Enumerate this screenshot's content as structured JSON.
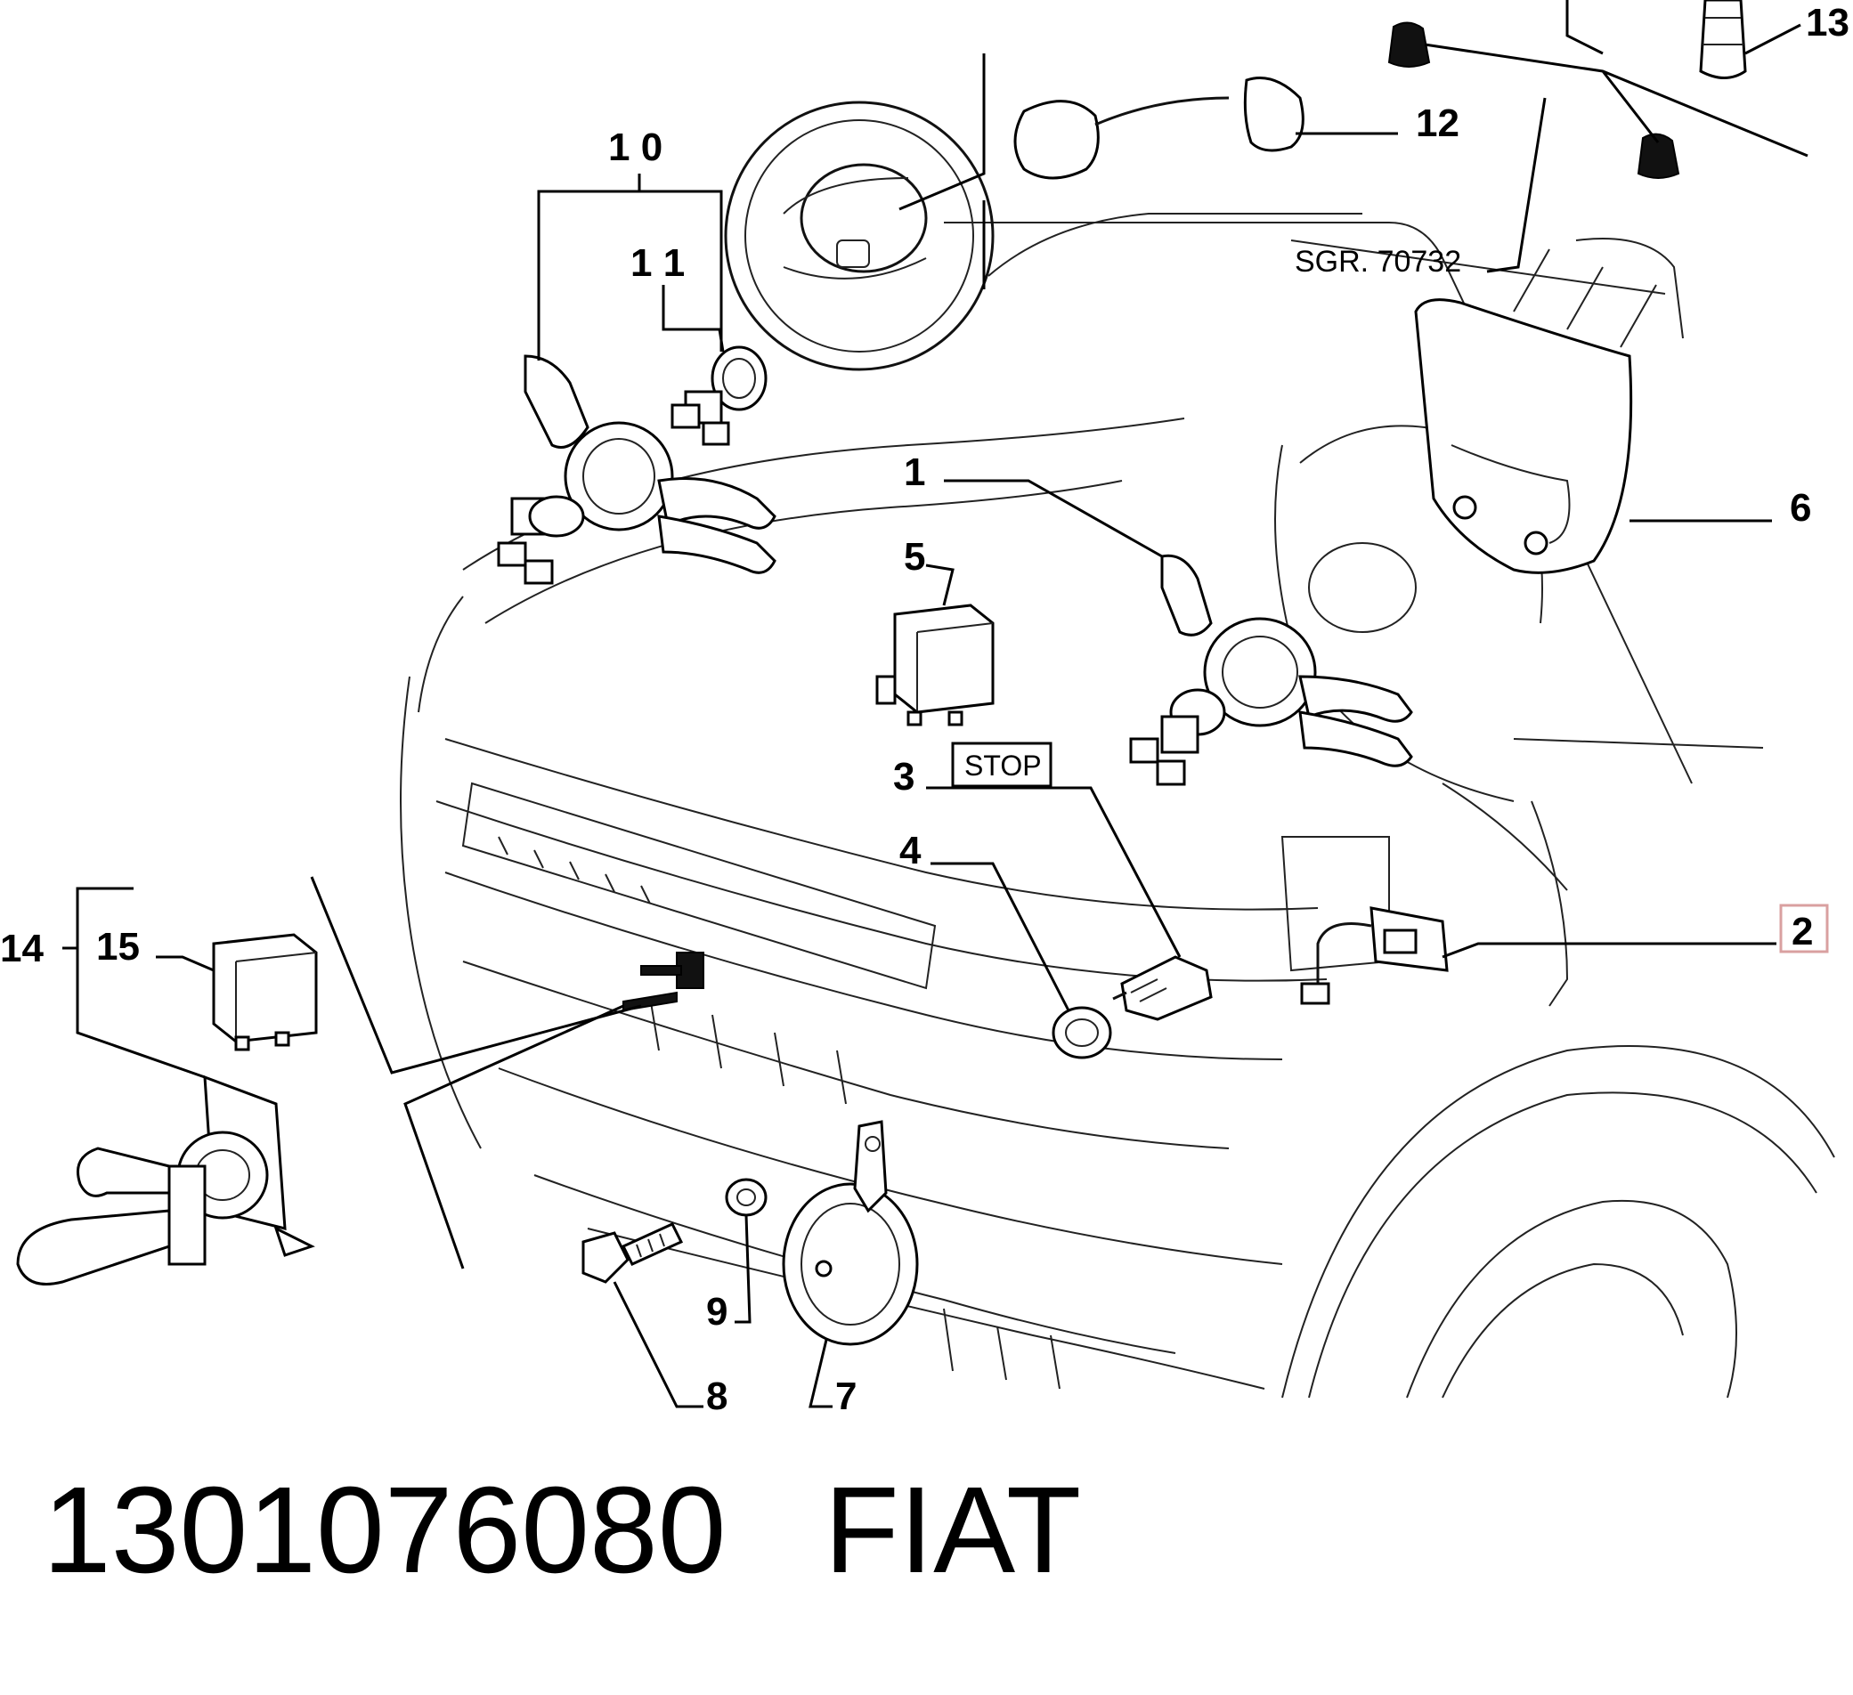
{
  "callouts": {
    "c1": "1",
    "c2": "2",
    "c3": "3",
    "c4": "4",
    "c5": "5",
    "c6": "6",
    "c7": "7",
    "c8": "8",
    "c9": "9",
    "c10": "1 0",
    "c11": "1 1",
    "c12": "12",
    "c13": "13",
    "c14": "14",
    "c15": "15"
  },
  "reference": "SGR. 70732",
  "stop_label": "STOP",
  "footer": {
    "part_number": "1301076080",
    "brand": "FIAT"
  },
  "colors": {
    "line": "#000000",
    "highlight": "#d9a0a0",
    "background": "#ffffff"
  }
}
